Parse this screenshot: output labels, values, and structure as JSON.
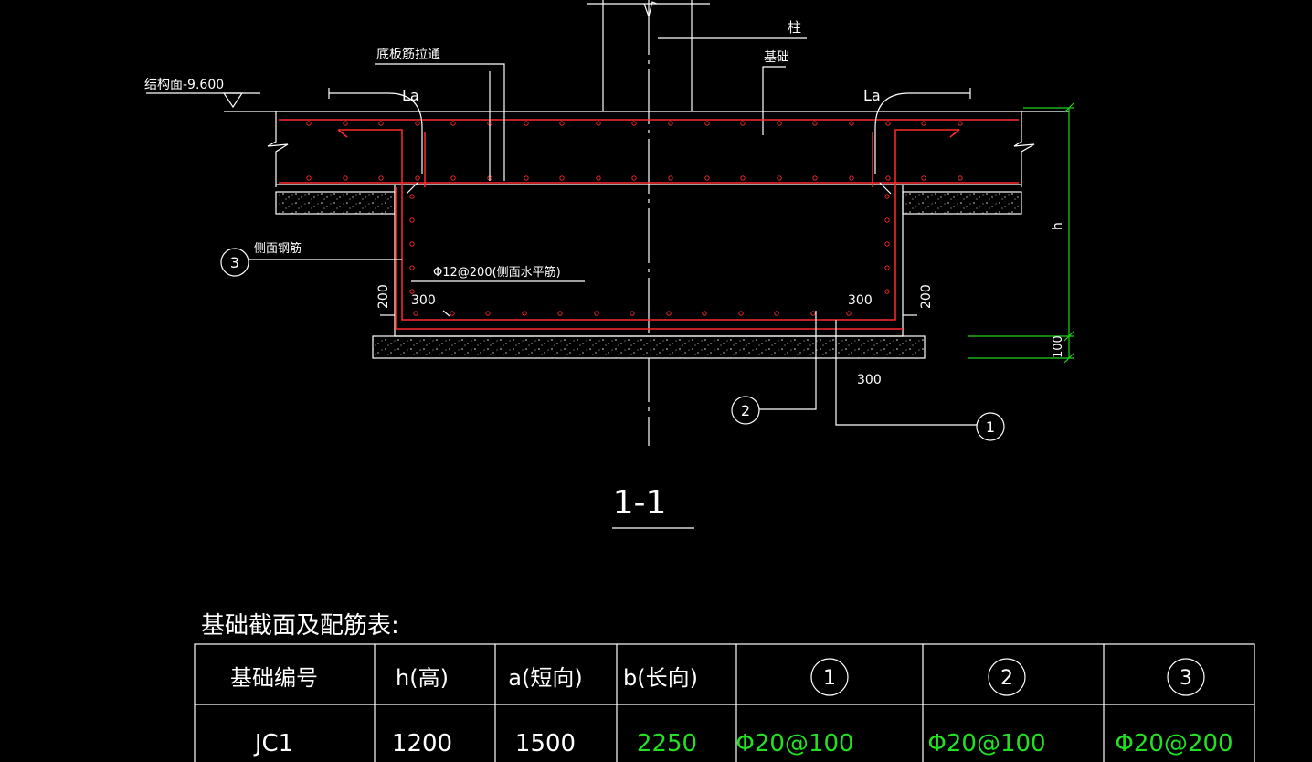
{
  "section": {
    "title": "1-1",
    "labels": {
      "structure_elevation": "结构面-9.600",
      "bottom_rebar_through": "底板筋拉通",
      "column": "柱",
      "foundation": "基础",
      "la_left": "La",
      "la_right": "La",
      "side_rebar": "侧面钢筋",
      "side_horizontal_rebar": "Φ12@200(侧面水平筋)",
      "dim_h": "h",
      "dim_100": "100",
      "dim_200_left": "200",
      "dim_200_right": "200",
      "dim_300_left": "300",
      "dim_300_right": "300",
      "dim_300_bottom": "300"
    },
    "markers": [
      "3",
      "2",
      "1"
    ]
  },
  "table": {
    "title": "基础截面及配筋表:",
    "headers": [
      "基础编号",
      "h(高)",
      "a(短向)",
      "b(长向)",
      "1",
      "2",
      "3"
    ],
    "rows": [
      [
        "JC1",
        "1200",
        "1500",
        "2250",
        "Φ20@100",
        "Φ20@100",
        "Φ20@200"
      ]
    ],
    "colors": {
      "white": "#ffffff",
      "green": "#22e022",
      "red": "#ff2a2a"
    }
  }
}
